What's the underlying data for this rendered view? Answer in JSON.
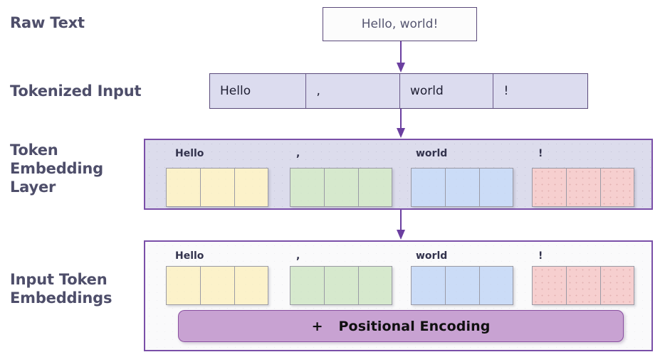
{
  "accent": {
    "label_text": "#4e4e6a",
    "arrow": "#6b3fa0",
    "panel_border": "#7a4fa8",
    "box_border": "#5a4a7a",
    "token_row_fill": "#dcdcef",
    "token_panel_fill": "#dcdcec",
    "input_panel_fill": "#fafafb",
    "positional_bar_fill": "#c8a2d2",
    "positional_bar_border": "#8a4fa0",
    "cell_yellow": "#fcf2ca",
    "cell_green": "#d6e9cd",
    "cell_blue": "#cbdcf7",
    "cell_pink": "#f6cfcf"
  },
  "rows": {
    "raw_text": {
      "label": "Raw Text",
      "value": "Hello, world!"
    },
    "tokenized_input": {
      "label": "Tokenized Input",
      "tokens": [
        "Hello",
        ",",
        "world",
        "!"
      ]
    },
    "token_embedding_layer": {
      "label": "Token\nEmbedding\nLayer",
      "groups": [
        {
          "token": "Hello",
          "color": "yellow",
          "cells": 3
        },
        {
          "token": ",",
          "color": "green",
          "cells": 3
        },
        {
          "token": "world",
          "color": "blue",
          "cells": 3
        },
        {
          "token": "!",
          "color": "pink",
          "cells": 3
        }
      ]
    },
    "input_token_embeddings": {
      "label": "Input Token\nEmbeddings",
      "groups": [
        {
          "token": "Hello",
          "color": "yellow",
          "cells": 3
        },
        {
          "token": ",",
          "color": "green",
          "cells": 3
        },
        {
          "token": "world",
          "color": "blue",
          "cells": 3
        },
        {
          "token": "!",
          "color": "pink",
          "cells": 3
        }
      ],
      "positional_encoding": {
        "plus": "+",
        "label": "Positional Encoding"
      }
    }
  },
  "arrows": [
    {
      "name": "raw-text-to-tokenized"
    },
    {
      "name": "tokenized-to-token-embedding"
    },
    {
      "name": "token-embedding-to-input-embedding"
    }
  ]
}
